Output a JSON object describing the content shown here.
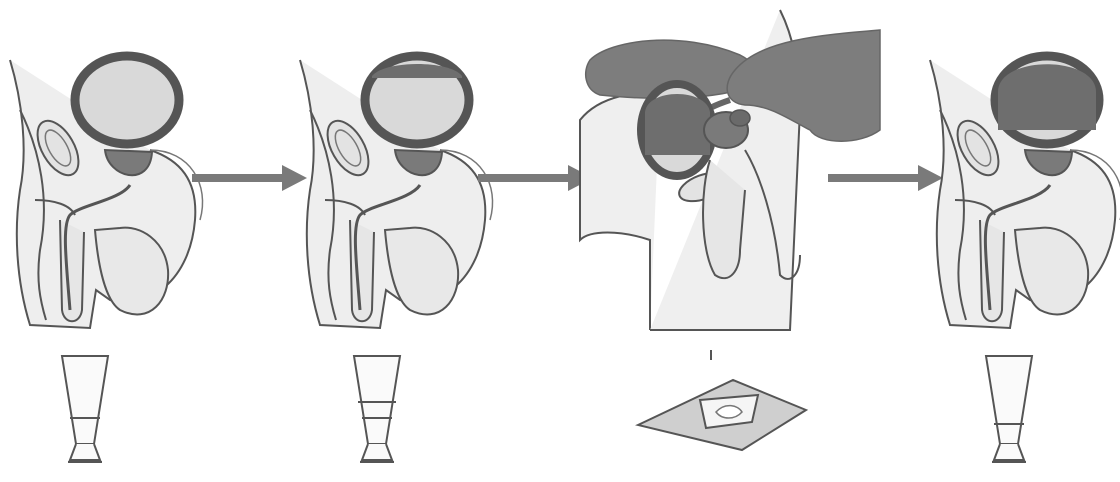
{
  "diagram": {
    "steps": [
      {
        "id": "step-1",
        "bladder_fill": 0.0
      },
      {
        "id": "step-2",
        "bladder_fill": 0.15
      },
      {
        "id": "step-3",
        "bladder_fill": 0.75
      },
      {
        "id": "step-4",
        "bladder_fill": 0.85
      }
    ],
    "colors": {
      "outline": "#555555",
      "tissue": "#e6e6e6",
      "tissue_light": "#efefef",
      "bladder_wall": "#5c5c5c",
      "bladder_inner_empty": "#d8d8d8",
      "bladder_fill": "#6e6e6e",
      "prostate": "#7a7a7a",
      "hand": "#7d7d7d",
      "arrow": "#7a7a7a",
      "cup_line": "#555555"
    },
    "icons": [
      "anatomy-cross-section",
      "glass-cup",
      "finger-hand",
      "slide-with-drop",
      "arrow-right"
    ]
  }
}
